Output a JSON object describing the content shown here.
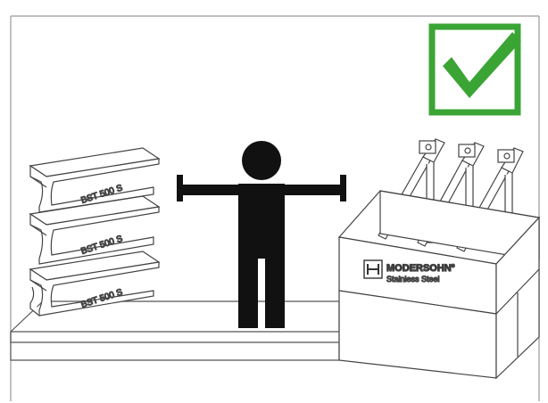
{
  "illustration": {
    "beam_labels": [
      "BST 500 S",
      "BST 500 S",
      "BST 500 S"
    ],
    "brand": {
      "name": "MODERSOHN",
      "registered_mark": "®",
      "subtitle": "Stainless Steel"
    },
    "check_color": "#3aa535",
    "person_color": "#111111",
    "line_color": "#444444"
  }
}
